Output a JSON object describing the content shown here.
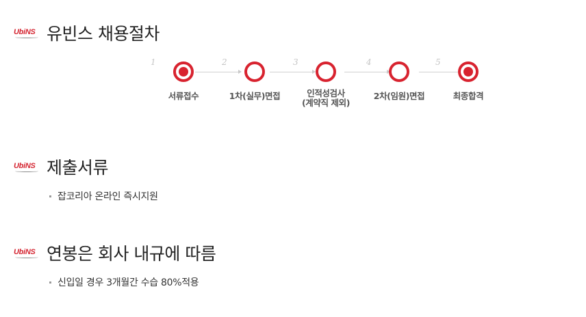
{
  "logo_text": "UbiNS",
  "sections": [
    {
      "title": "유빈스 채용절차"
    },
    {
      "title": "제출서류",
      "items": [
        "잡코리아 온라인 즉시지원"
      ]
    },
    {
      "title": "연봉은 회사 내규에 따름",
      "items": [
        "신입일 경우 3개월간 수습 80%적용"
      ]
    }
  ],
  "process_steps": [
    {
      "num": "1",
      "label": "서류접수",
      "label2": "",
      "filled": true
    },
    {
      "num": "2",
      "label": "1차(실무)면접",
      "label2": "",
      "filled": false
    },
    {
      "num": "3",
      "label": "인적성검사",
      "label2": "(계약직 제외)",
      "filled": false
    },
    {
      "num": "4",
      "label": "2차(임원)면접",
      "label2": "",
      "filled": false
    },
    {
      "num": "5",
      "label": "최종합격",
      "label2": "",
      "filled": true
    }
  ],
  "colors": {
    "accent": "#d8232f",
    "connector": "#d0d0d0",
    "step_number": "#c5c5c5"
  }
}
